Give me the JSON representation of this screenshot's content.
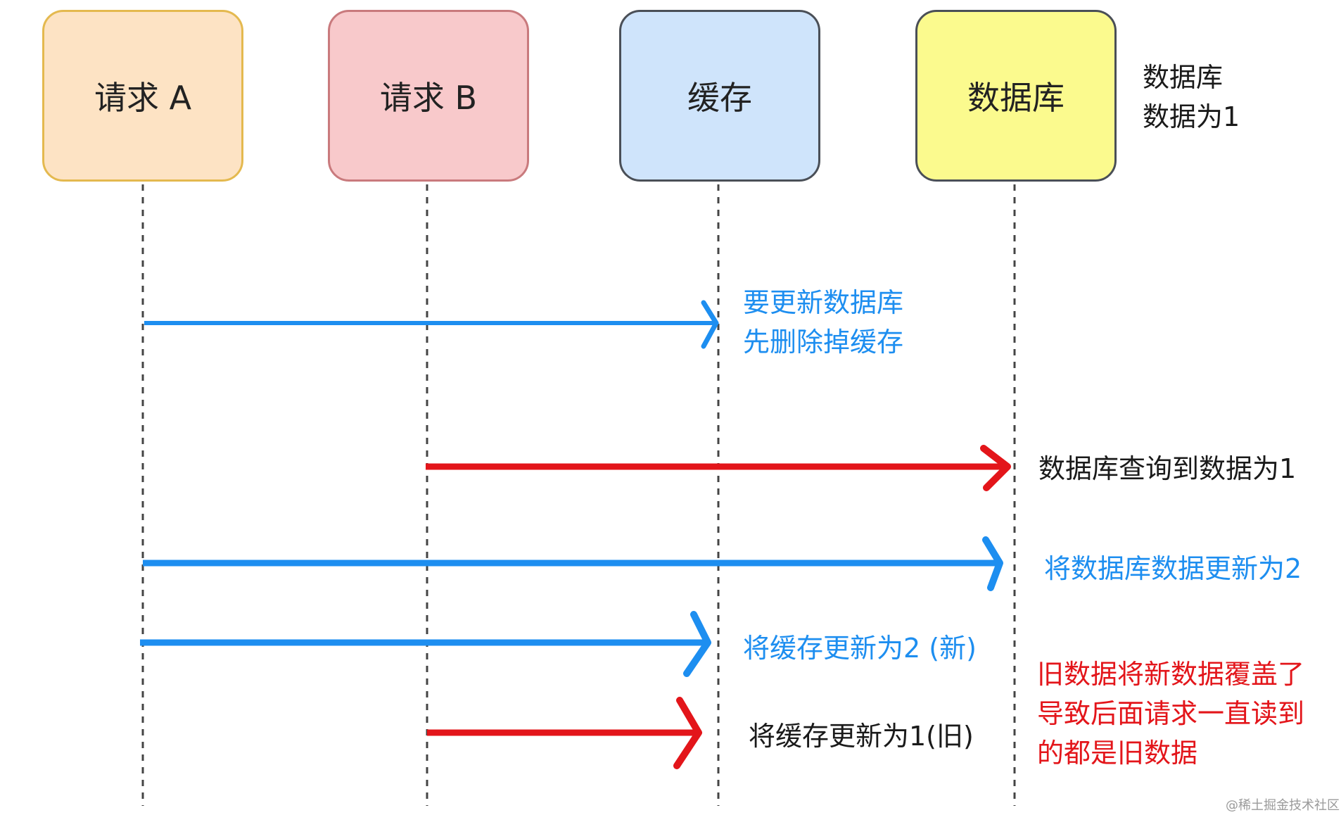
{
  "participants": {
    "request_a": "请求 A",
    "request_b": "请求 B",
    "cache": "缓存",
    "database": "数据库"
  },
  "db_initial_note": [
    "数据库",
    "数据为1"
  ],
  "messages": {
    "a_delete_cache": [
      "要更新数据库",
      "先删除掉缓存"
    ],
    "b_query_db": "数据库查询到数据为1",
    "a_update_db": "将数据库数据更新为2",
    "a_update_cache": "将缓存更新为2 (新)",
    "b_update_cache": "将缓存更新为1(旧)"
  },
  "conclusion": [
    "旧数据将新数据覆盖了",
    "导致后面请求一直读到",
    "的都是旧数据"
  ],
  "watermark": "@稀土掘金技术社区",
  "colors": {
    "request_a_arrow": "#1d8ef0",
    "request_b_arrow": "#e3151a",
    "request_a_box": "#fde3c4",
    "request_b_box": "#f8c9cb",
    "cache_box": "#cfe4fb",
    "database_box": "#fbfa8e"
  }
}
